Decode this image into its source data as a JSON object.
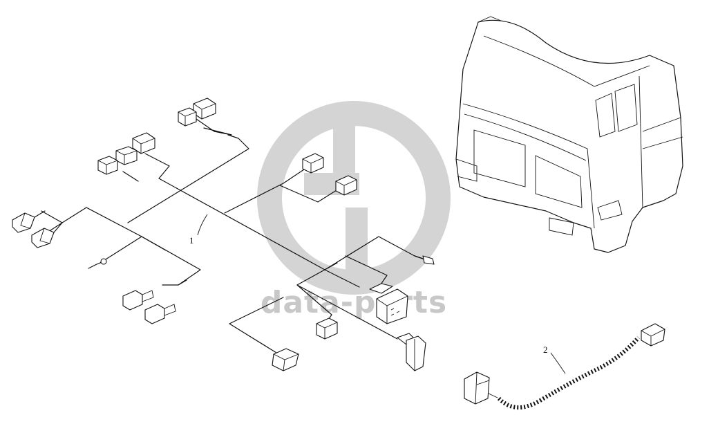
{
  "diagram": {
    "parts": [
      {
        "callout": "1"
      },
      {
        "callout": "2"
      }
    ]
  },
  "watermark": {
    "text": "data-parts",
    "color": "#c8c8c8"
  }
}
